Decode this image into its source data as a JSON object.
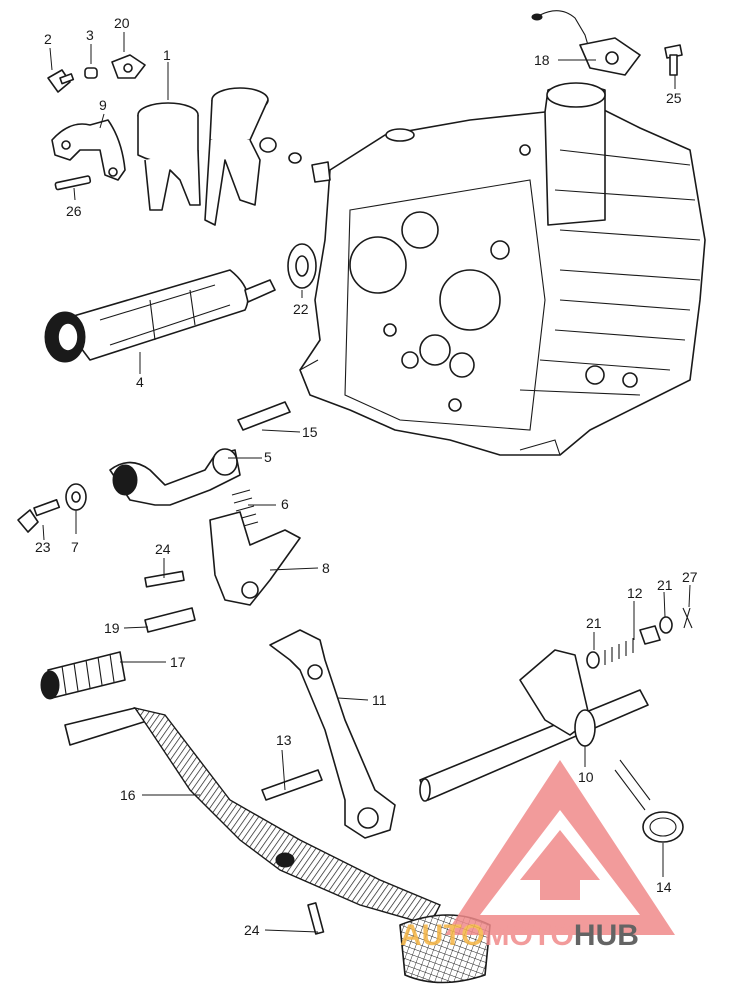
{
  "callouts": {
    "p1": "1",
    "p2": "2",
    "p3": "3",
    "p4": "4",
    "p5": "5",
    "p6": "6",
    "p7": "7",
    "p8": "8",
    "p9": "9",
    "p10": "10",
    "p11": "11",
    "p12": "12",
    "p13": "13",
    "p14": "14",
    "p15": "15",
    "p16": "16",
    "p17": "17",
    "p18": "18",
    "p19": "19",
    "p20": "20",
    "p21a": "21",
    "p21b": "21",
    "p22": "22",
    "p23": "23",
    "p24a": "24",
    "p24b": "24",
    "p25": "25",
    "p26": "26",
    "p27": "27"
  },
  "watermark": {
    "part1": "AUTO",
    "part2": "MOTO",
    "part3": "HUB",
    "color_main": "#f08a8a",
    "color_accent": "#f5b544",
    "color_dark": "#4a4a4a"
  }
}
